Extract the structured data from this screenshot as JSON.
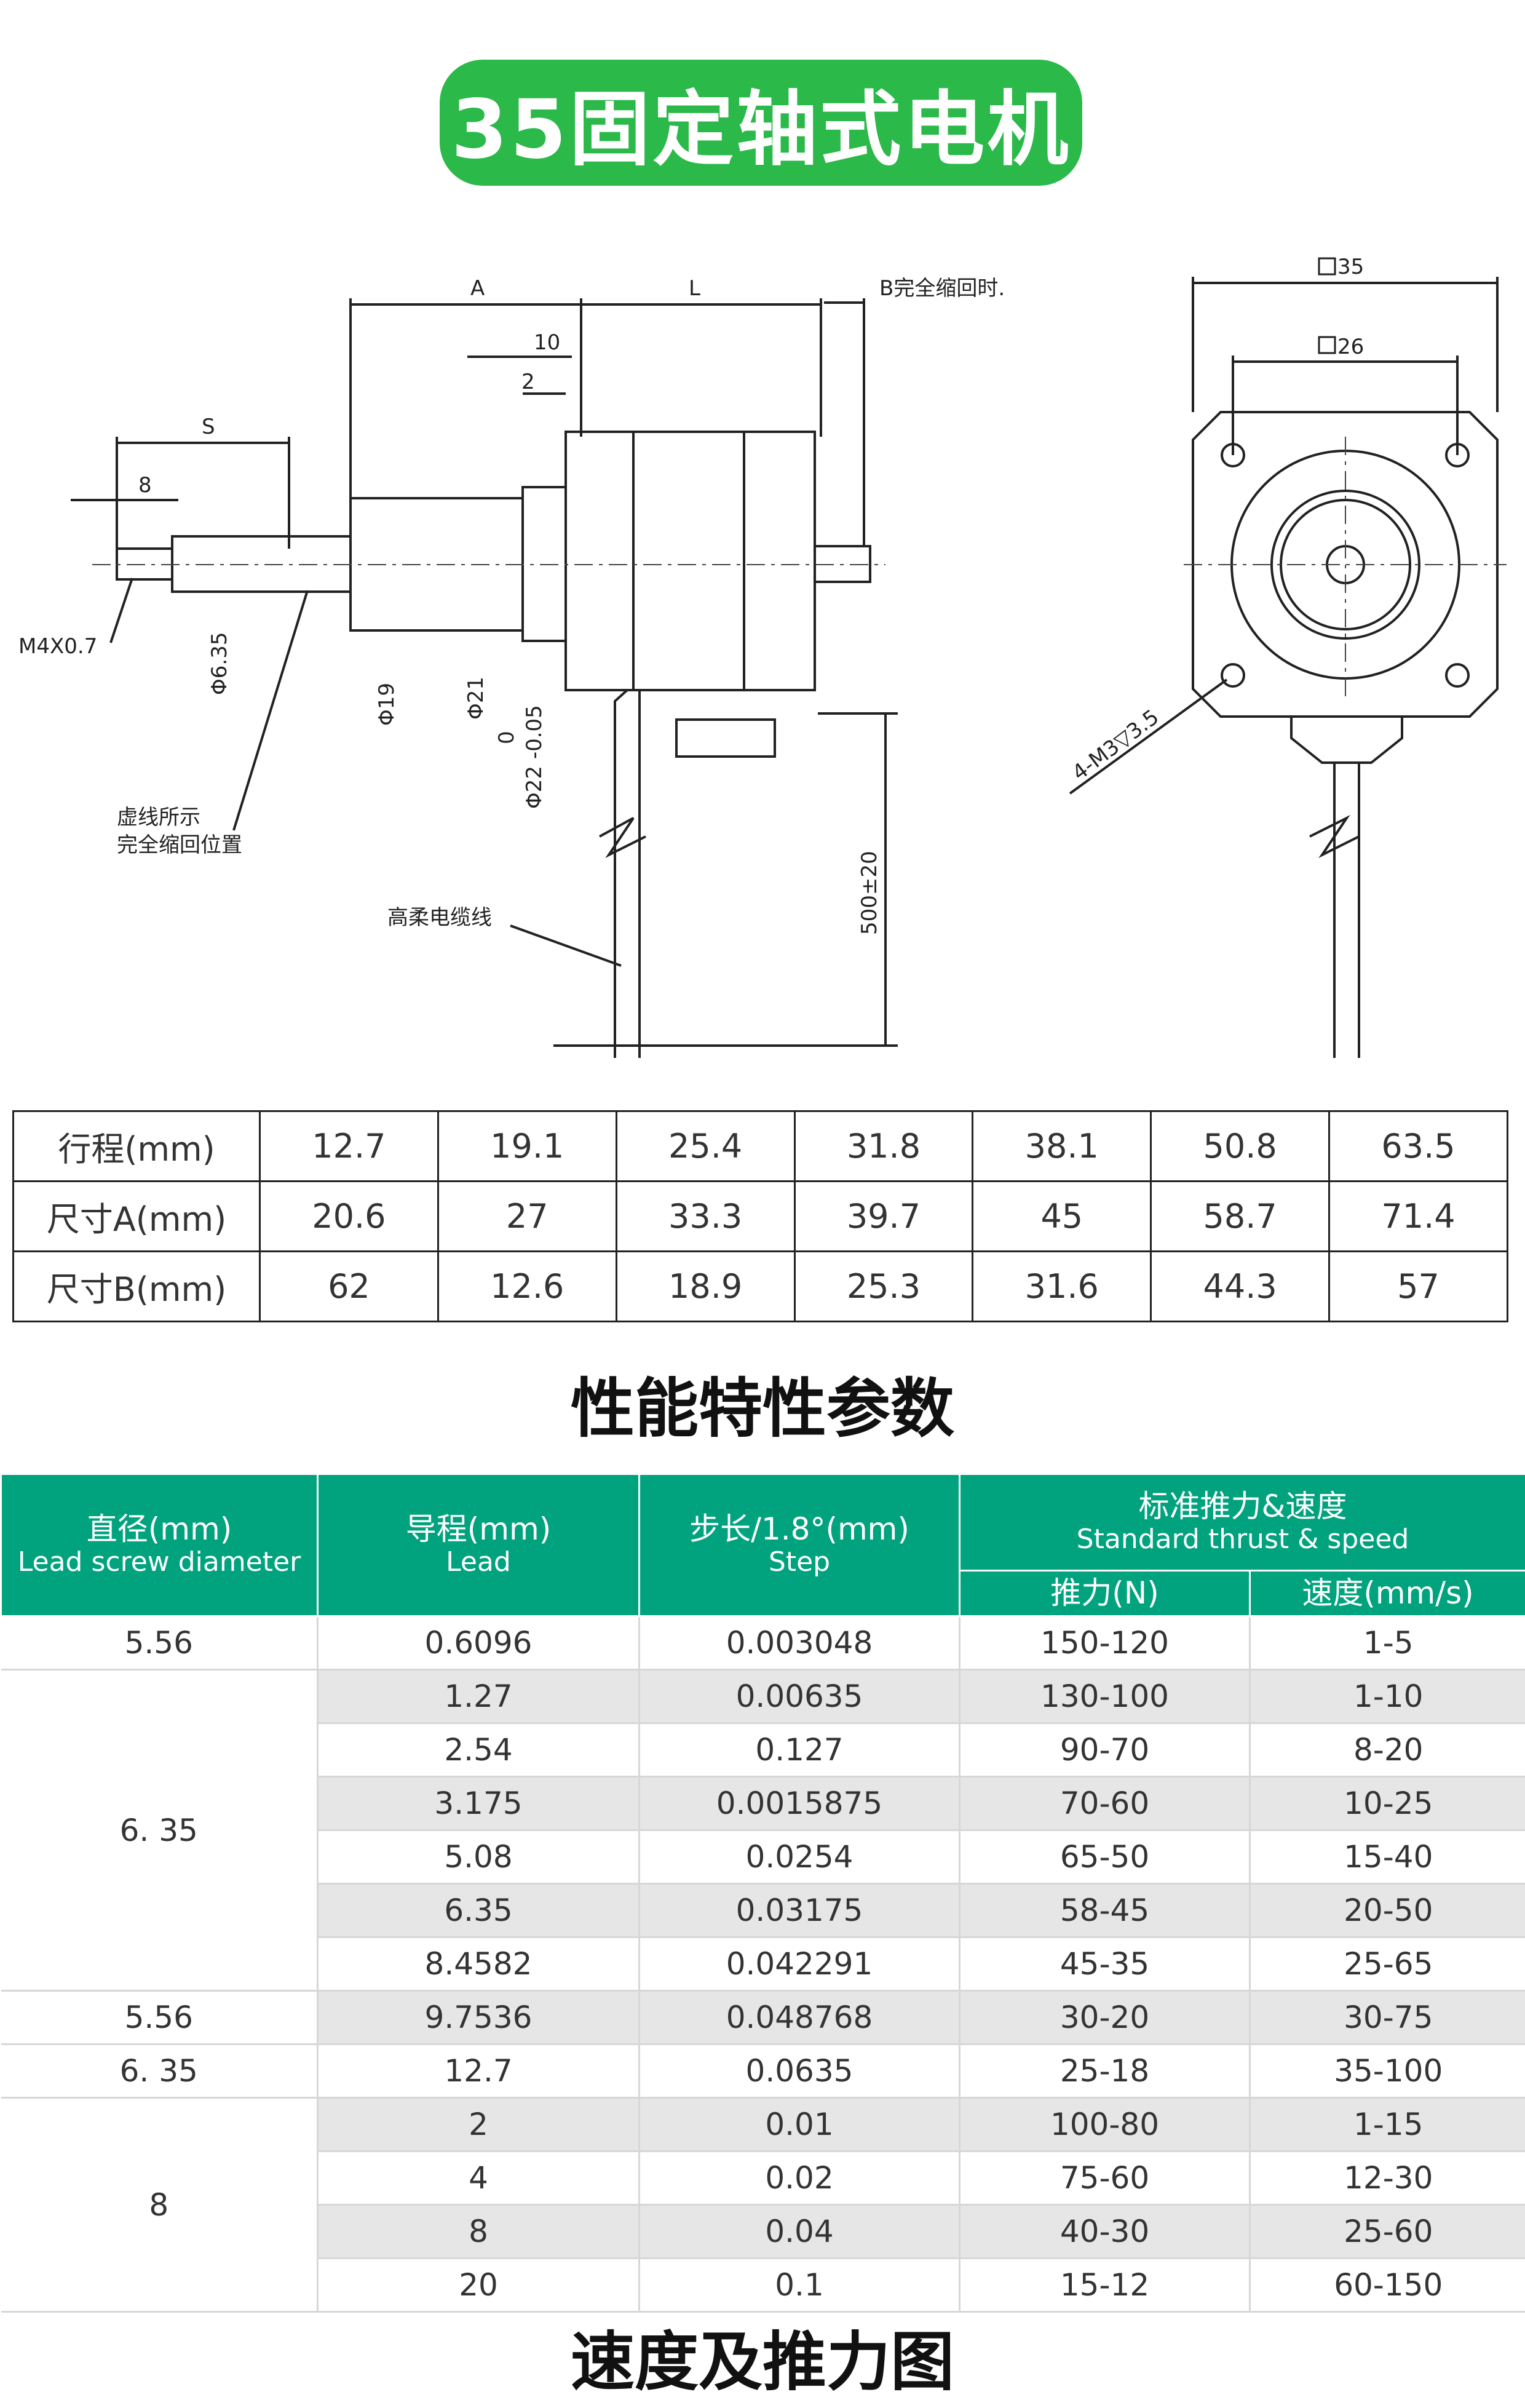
{
  "title": "35固定轴式电机",
  "drawing": {
    "labels": {
      "a": "A",
      "l": "L",
      "b_note": "B完全缩回时.",
      "ten": "10",
      "two": "2",
      "s": "S",
      "eight": "8",
      "thread": "M4X0.7",
      "d635": "Φ6.35",
      "d19": "Φ19",
      "d21": "Φ21",
      "d22": "Φ22 -0.05",
      "zero": "0",
      "dashed_note_1": "虚线所示",
      "dashed_note_2": "完全缩回位置",
      "cable": "高柔电缆线",
      "cable_len": "500±20",
      "sq35": "35",
      "sq26": "26",
      "holes": "4-M3▽3.5"
    }
  },
  "dimension_table": {
    "rows": [
      {
        "header": "行程(mm)",
        "values": [
          "12.7",
          "19.1",
          "25.4",
          "31.8",
          "38.1",
          "50.8",
          "63.5"
        ]
      },
      {
        "header": "尺寸A(mm)",
        "values": [
          "20.6",
          "27",
          "33.3",
          "39.7",
          "45",
          "58.7",
          "71.4"
        ]
      },
      {
        "header": "尺寸B(mm)",
        "values": [
          "62",
          "12.6",
          "18.9",
          "25.3",
          "31.6",
          "44.3",
          "57"
        ]
      }
    ]
  },
  "performance": {
    "title": "性能特性参数",
    "headers": {
      "diameter_cn": "直径(mm)",
      "diameter_en": "Lead screw diameter",
      "lead_cn": "导程(mm)",
      "lead_en": "Lead",
      "step_cn": "步长/1.8°(mm)",
      "step_en": "Step",
      "std_cn": "标准推力&速度",
      "std_en": "Standard thrust & speed",
      "thrust": "推力(N)",
      "speed": "速度(mm/s)"
    },
    "groups": [
      {
        "diameter": "5.56",
        "rows": [
          [
            "0.6096",
            "0.003048",
            "150-120",
            "1-5"
          ]
        ]
      },
      {
        "diameter": "6. 35",
        "rows": [
          [
            "1.27",
            "0.00635",
            "130-100",
            "1-10"
          ],
          [
            "2.54",
            "0.127",
            "90-70",
            "8-20"
          ],
          [
            "3.175",
            "0.0015875",
            "70-60",
            "10-25"
          ],
          [
            "5.08",
            "0.0254",
            "65-50",
            "15-40"
          ],
          [
            "6.35",
            "0.03175",
            "58-45",
            "20-50"
          ],
          [
            "8.4582",
            "0.042291",
            "45-35",
            "25-65"
          ]
        ]
      },
      {
        "diameter": "5.56",
        "rows": [
          [
            "9.7536",
            "0.048768",
            "30-20",
            "30-75"
          ]
        ]
      },
      {
        "diameter": "6. 35",
        "rows": [
          [
            "12.7",
            "0.0635",
            "25-18",
            "35-100"
          ]
        ]
      },
      {
        "diameter": "8",
        "rows": [
          [
            "2",
            "0.01",
            "100-80",
            "1-15"
          ],
          [
            "4",
            "0.02",
            "75-60",
            "12-30"
          ],
          [
            "8",
            "0.04",
            "40-30",
            "25-60"
          ],
          [
            "20",
            "0.1",
            "15-12",
            "60-150"
          ]
        ]
      }
    ]
  },
  "next_section_title": "速度及推力图"
}
